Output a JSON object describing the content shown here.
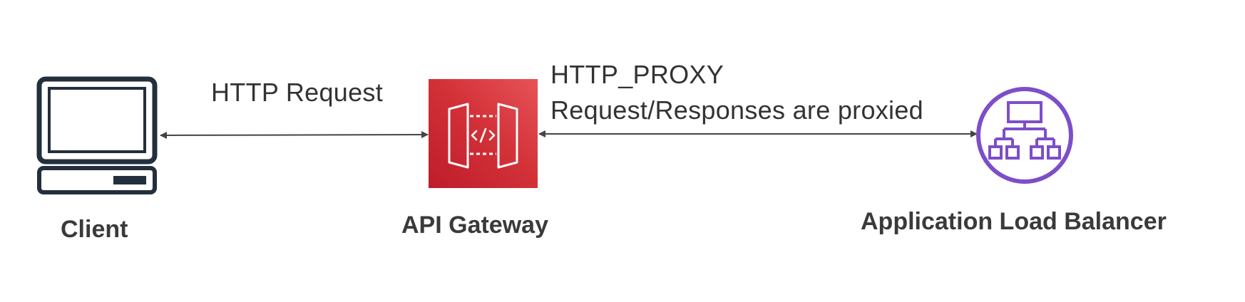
{
  "nodes": {
    "client": {
      "label": "Client",
      "icon": "desktop-computer-icon"
    },
    "gateway": {
      "label": "API Gateway",
      "icon": "api-gateway-icon",
      "colors": {
        "tile_dark": "#bd1d2a",
        "tile_light": "#e65458"
      }
    },
    "alb": {
      "label": "Application Load Balancer",
      "icon": "load-balancer-icon",
      "colors": {
        "accent": "#7d4ec9"
      }
    }
  },
  "edges": {
    "client_gateway": {
      "label": "HTTP Request",
      "direction": "bidirectional"
    },
    "gateway_alb": {
      "title": "HTTP_PROXY",
      "description": "Request/Responses are proxied",
      "direction": "bidirectional"
    }
  },
  "colors": {
    "icon_stroke": "#232f3e",
    "arrow": "#444444",
    "text": "#3a3a3a"
  }
}
